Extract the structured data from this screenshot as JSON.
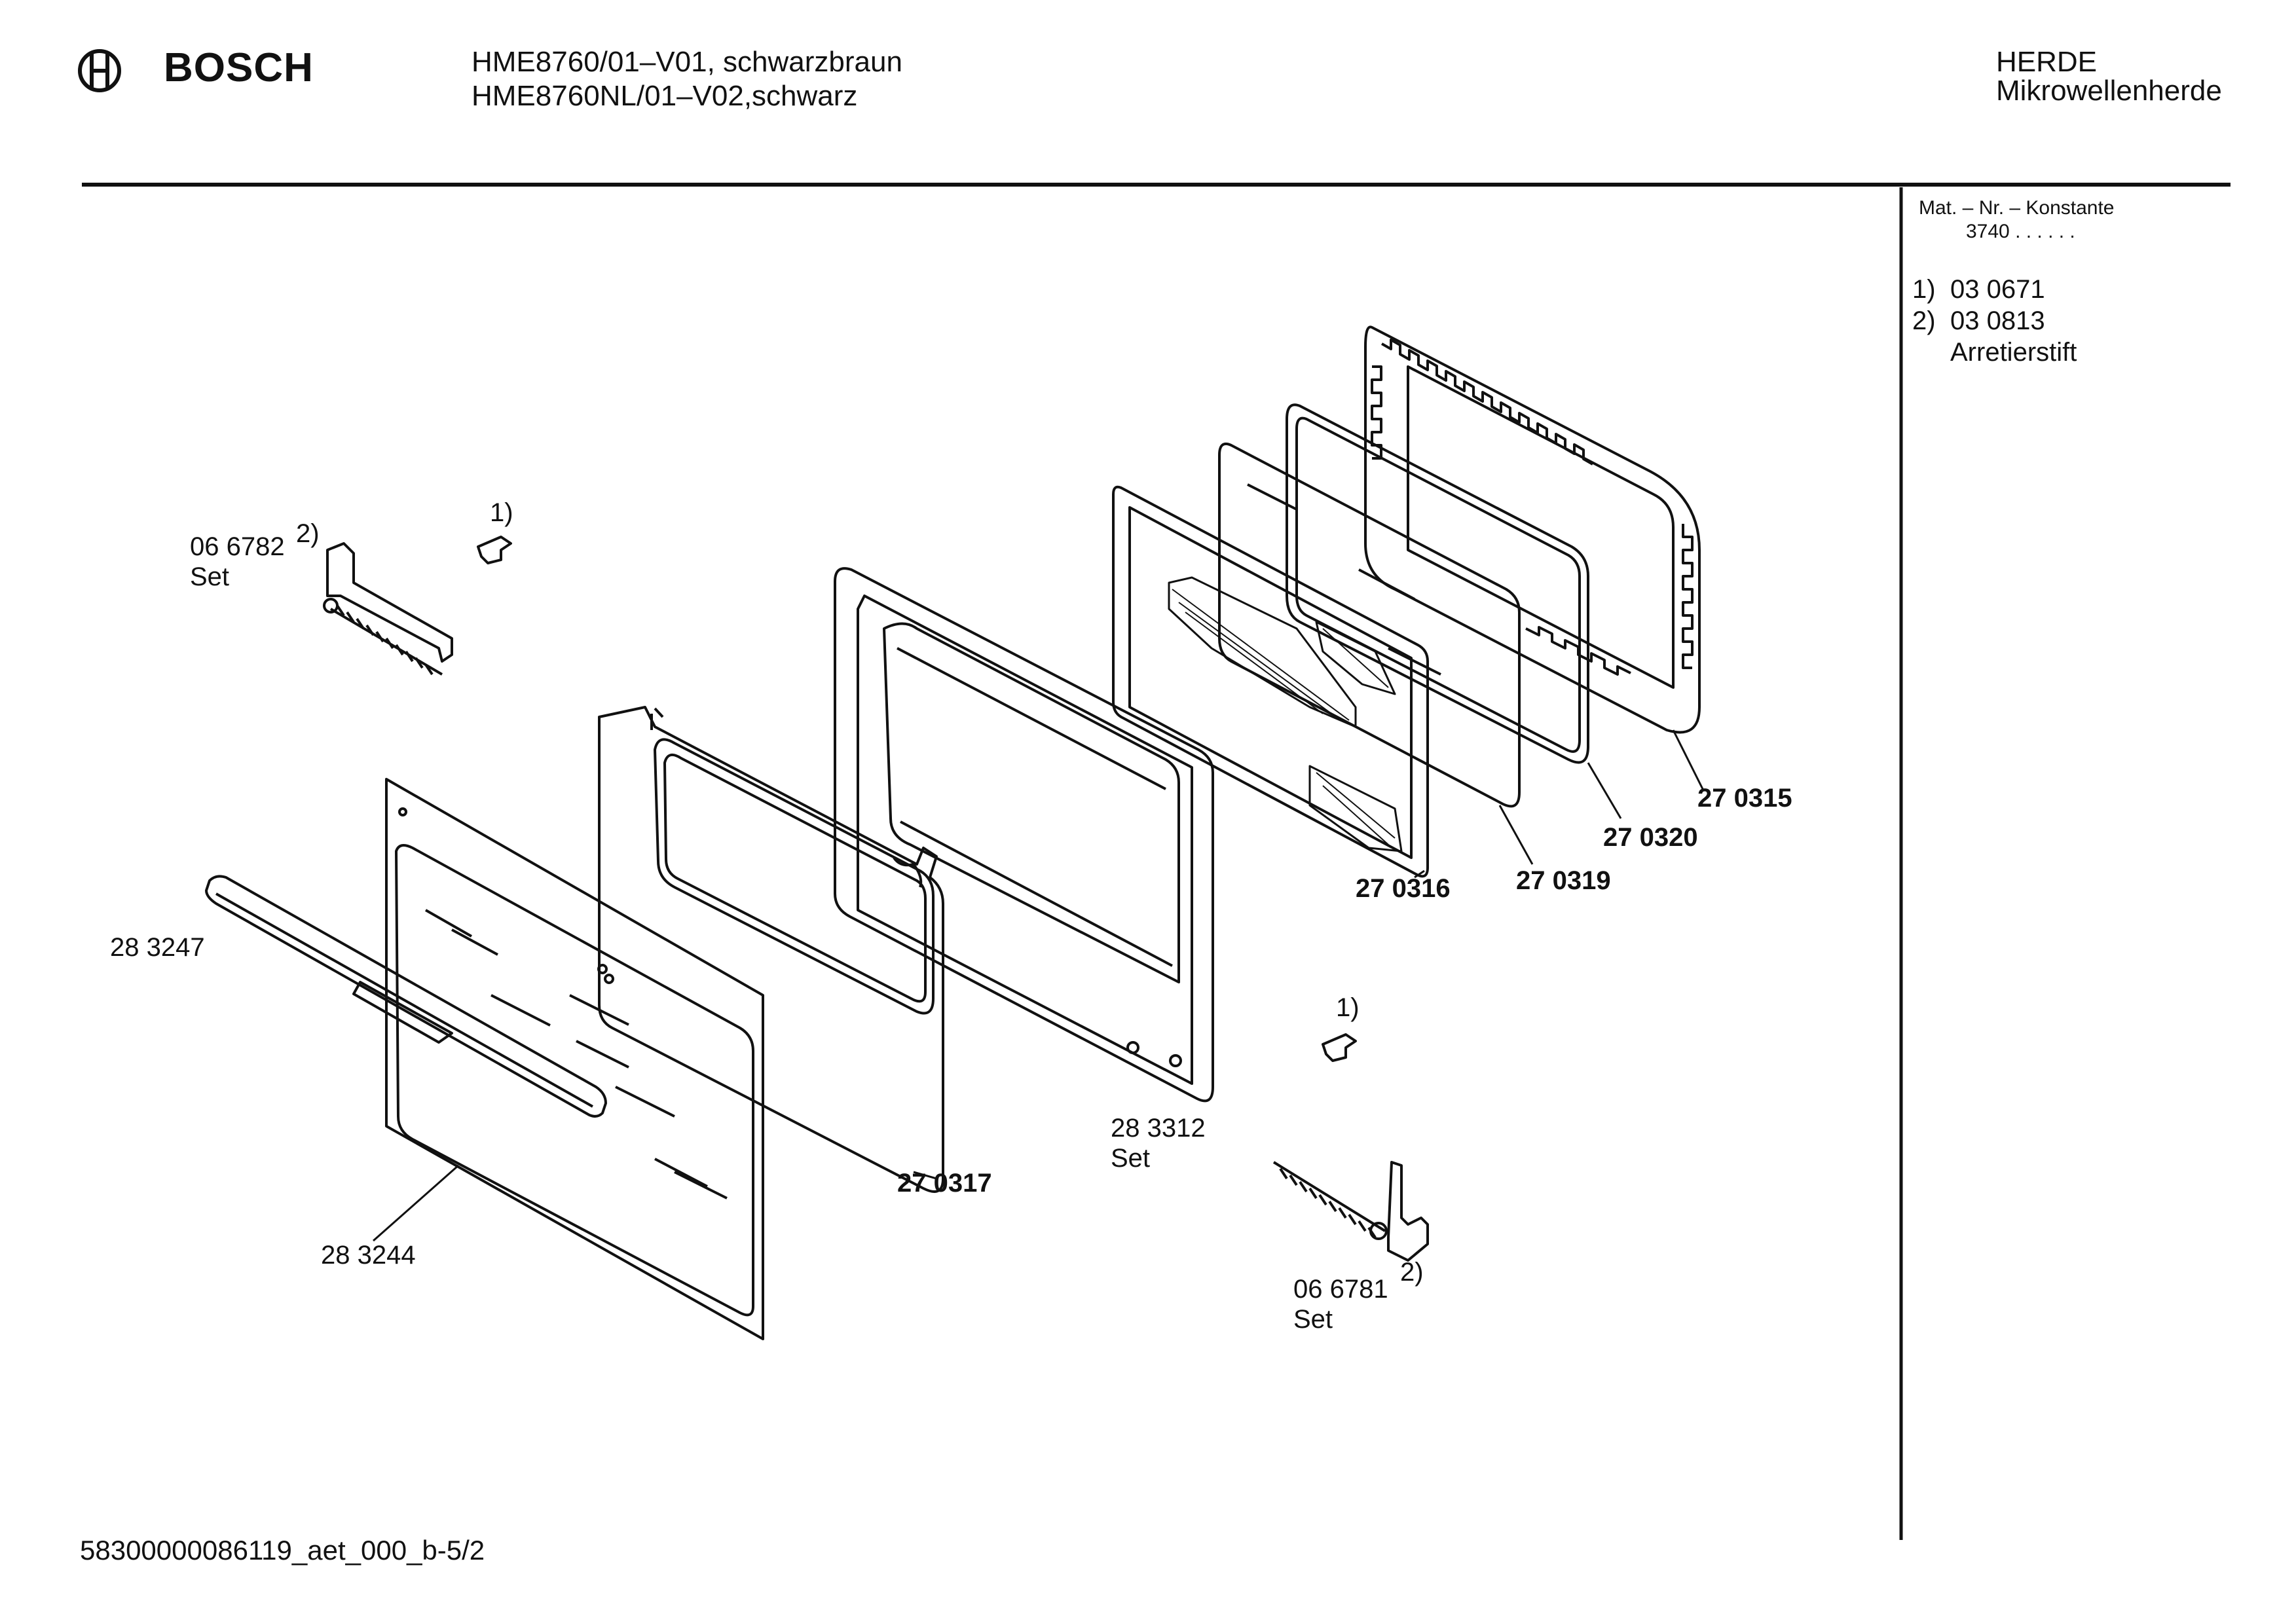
{
  "header": {
    "brand": "BOSCH",
    "model_line_1": "HME8760/01–V01, schwarzbraun",
    "model_line_2": "HME8760NL/01–V02,schwarz",
    "category": "HERDE",
    "subcategory": "Mikrowellenherde"
  },
  "notes": {
    "title": "Mat. – Nr. – Konstante",
    "constant": "3740  .  .    .  .  .  .",
    "items": [
      {
        "marker": "1)",
        "number": "03 0671",
        "desc": ""
      },
      {
        "marker": "2)",
        "number": "03 0813",
        "desc": "Arretierstift"
      }
    ]
  },
  "parts": [
    {
      "number": "06 6782",
      "sub": "Set",
      "ref": "2)"
    },
    {
      "number": "",
      "sub": "",
      "ref": "1)"
    },
    {
      "number": "28 3247",
      "sub": "",
      "ref": ""
    },
    {
      "number": "28 3244",
      "sub": "",
      "ref": ""
    },
    {
      "number": "27 0317",
      "sub": "",
      "ref": ""
    },
    {
      "number": "28 3312",
      "sub": "Set",
      "ref": ""
    },
    {
      "number": "27 0316",
      "sub": "",
      "ref": ""
    },
    {
      "number": "27 0319",
      "sub": "",
      "ref": ""
    },
    {
      "number": "27 0320",
      "sub": "",
      "ref": ""
    },
    {
      "number": "27 0315",
      "sub": "",
      "ref": ""
    },
    {
      "number": "",
      "sub": "",
      "ref": "1)"
    },
    {
      "number": "06 6781",
      "sub": "Set",
      "ref": "2)"
    }
  ],
  "footer": {
    "doc_id": "58300000086119_aet_000_b-5/2"
  }
}
